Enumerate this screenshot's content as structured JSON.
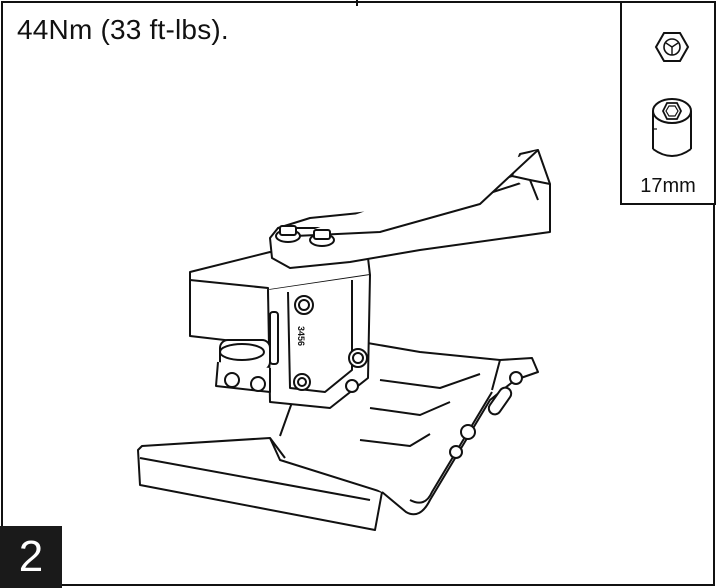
{
  "instruction": {
    "torque_text": "44Nm (33 ft-lbs)."
  },
  "tools": {
    "size_label": "17mm",
    "icons": [
      "hex-nut-icon",
      "hex-socket-icon"
    ]
  },
  "step": {
    "number": "2"
  },
  "part": {
    "marking": "3456"
  },
  "colors": {
    "ink": "#111111",
    "badge": "#1a1a1a",
    "background": "#ffffff"
  }
}
